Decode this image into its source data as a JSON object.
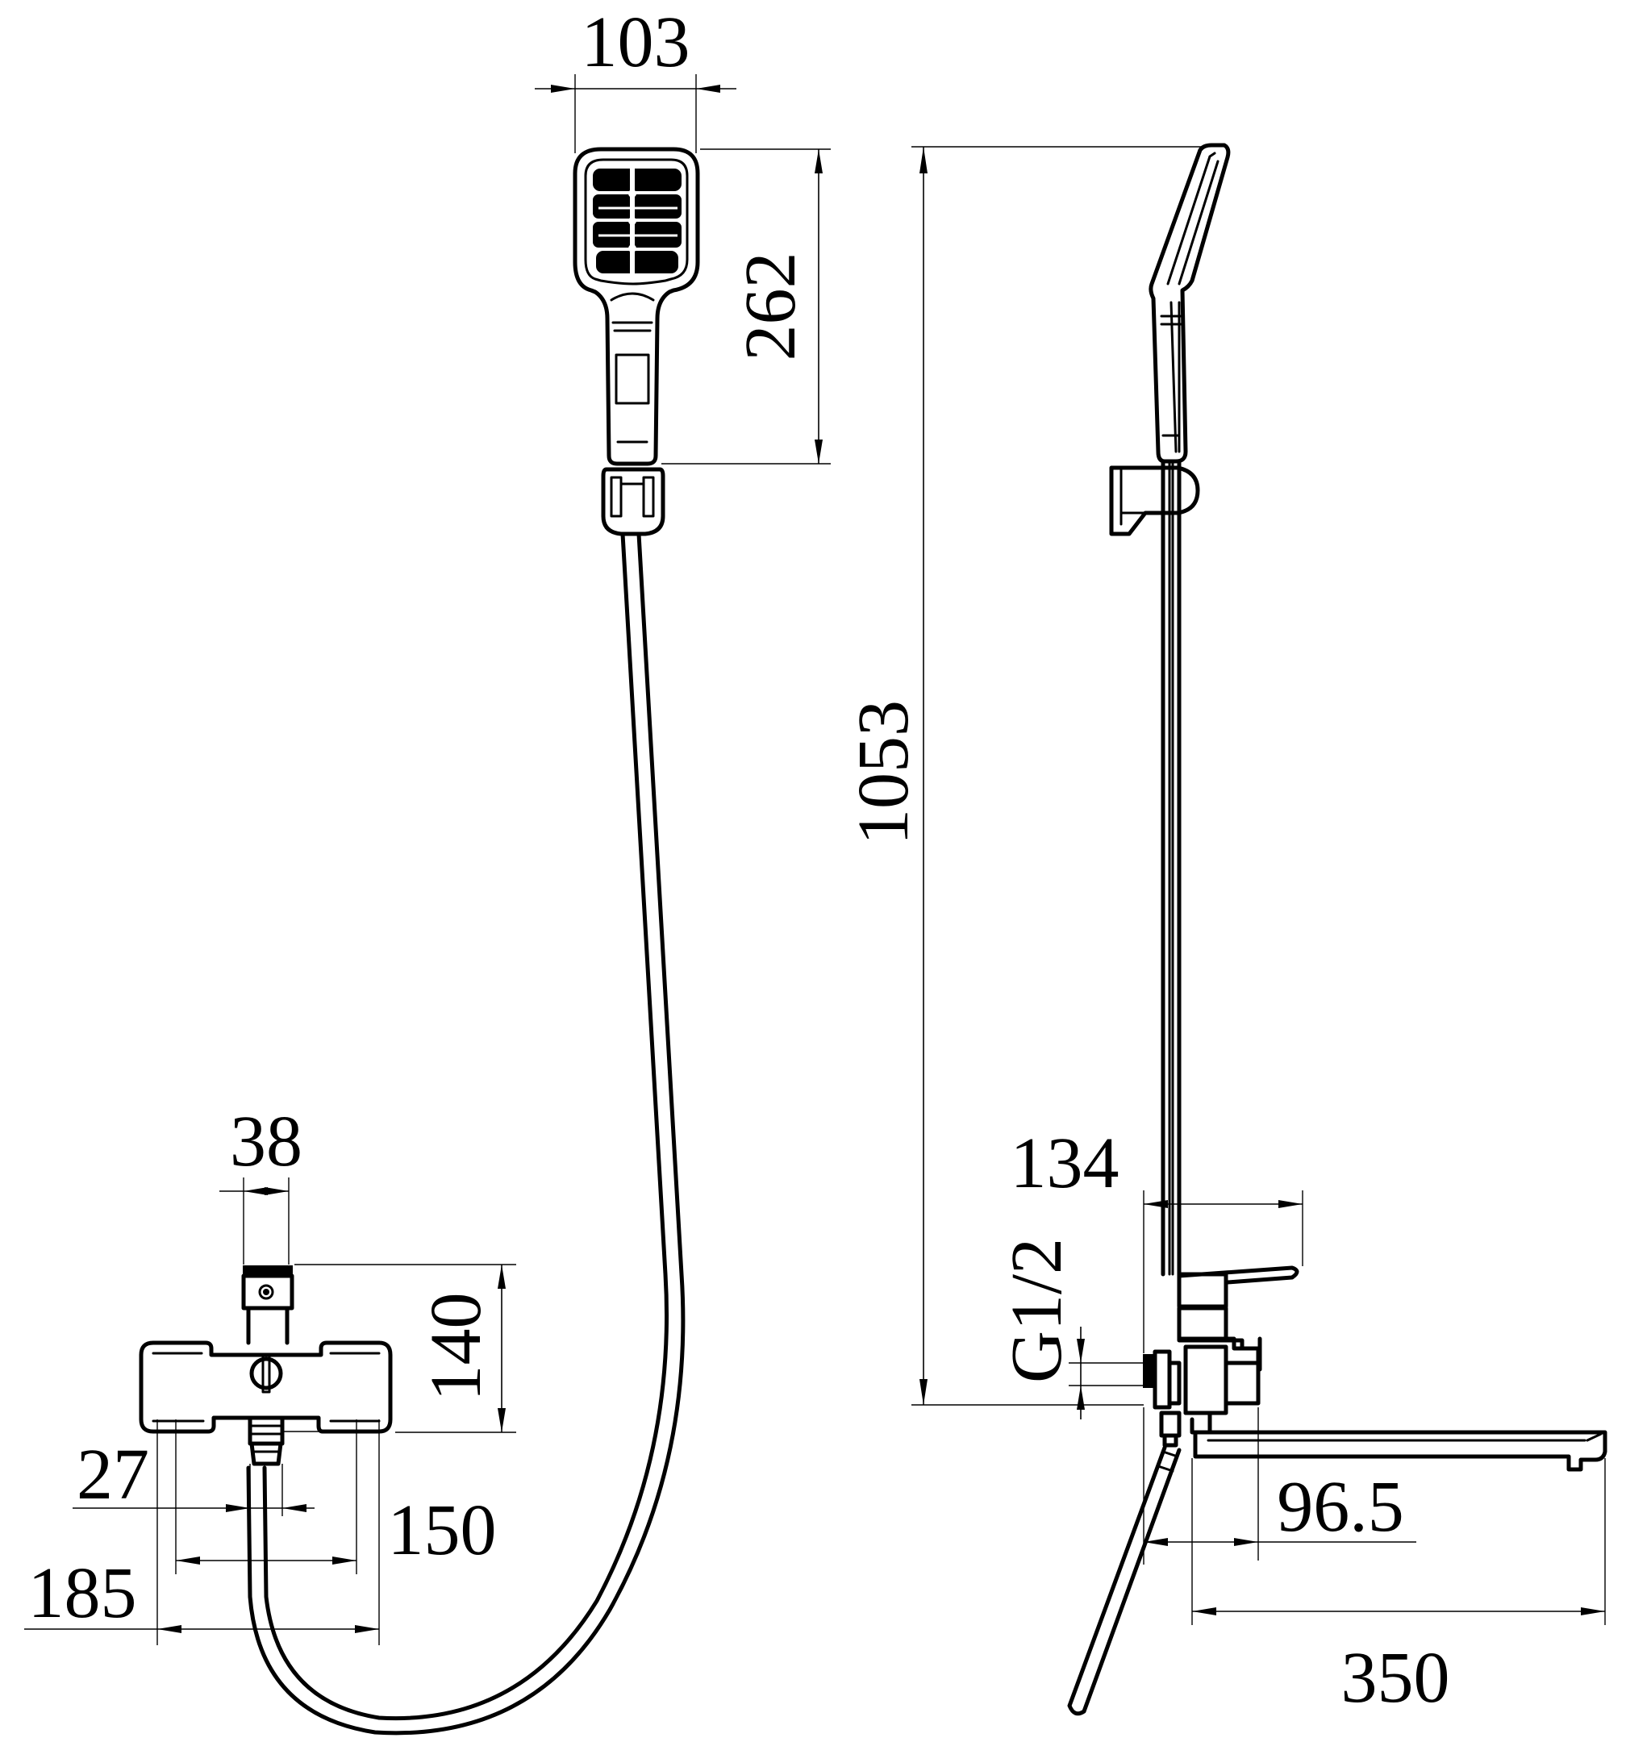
{
  "dimensions": {
    "head_width": "103",
    "head_length": "262",
    "overall_height": "1053",
    "rail_projection": "134",
    "thread_size": "G1/2",
    "mixer_top_width": "38",
    "mixer_height": "140",
    "outlet_offset": "27",
    "center_distance": "150",
    "body_width": "185",
    "spout_offset": "96.5",
    "spout_length": "350"
  }
}
